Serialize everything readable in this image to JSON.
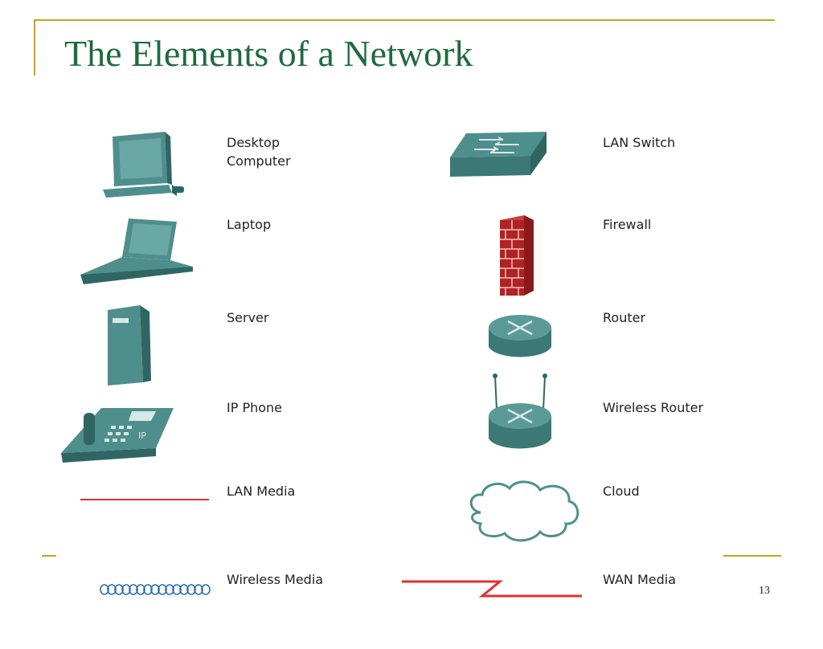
{
  "slide": {
    "title": "The Elements of a Network",
    "page_number": "13"
  },
  "elements": {
    "left": [
      {
        "label": "Desktop\nComputer",
        "icon": "desktop-computer-icon"
      },
      {
        "label": "Laptop",
        "icon": "laptop-icon"
      },
      {
        "label": "Server",
        "icon": "server-icon"
      },
      {
        "label": "IP Phone",
        "icon": "ip-phone-icon"
      },
      {
        "label": "LAN Media",
        "icon": "lan-media-icon"
      },
      {
        "label": "Wireless Media",
        "icon": "wireless-media-icon"
      }
    ],
    "right": [
      {
        "label": "LAN Switch",
        "icon": "lan-switch-icon"
      },
      {
        "label": "Firewall",
        "icon": "firewall-icon"
      },
      {
        "label": "Router",
        "icon": "router-icon"
      },
      {
        "label": "Wireless Router",
        "icon": "wireless-router-icon"
      },
      {
        "label": "Cloud",
        "icon": "cloud-icon"
      },
      {
        "label": "WAN Media",
        "icon": "wan-media-icon"
      }
    ]
  },
  "colors": {
    "title": "#1e6b3e",
    "accent_line": "#d4a017",
    "device_teal": "#4e8f8d",
    "device_dark": "#2f6664",
    "media_red": "#e03030",
    "firewall_brick": "#b22222",
    "wireless_blue": "#2a6fb0"
  }
}
